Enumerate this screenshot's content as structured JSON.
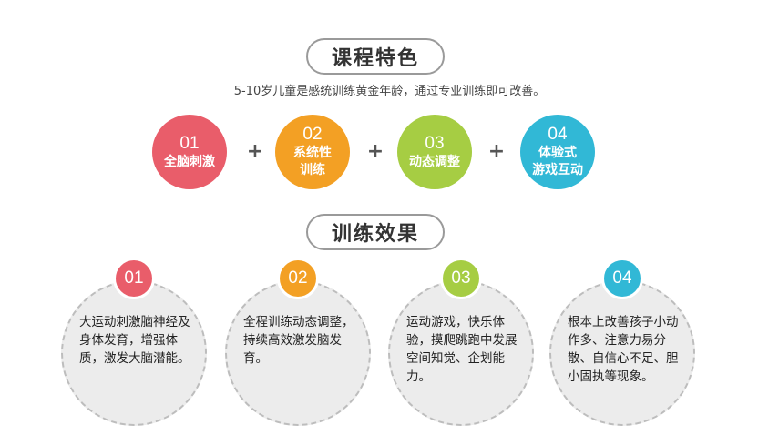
{
  "header1": {
    "title": "课程特色"
  },
  "subtitle": "5-10岁儿童是感统训练黄金年龄，通过专业训练即可改善。",
  "features": [
    {
      "num": "01",
      "line1": "全脑刺激",
      "line2": "",
      "color": "#e95d6a"
    },
    {
      "num": "02",
      "line1": "系统性",
      "line2": "训练",
      "color": "#f3a024"
    },
    {
      "num": "03",
      "line1": "动态调整",
      "line2": "",
      "color": "#a6cd43"
    },
    {
      "num": "04",
      "line1": "体验式",
      "line2": "游戏互动",
      "color": "#31b8d6"
    }
  ],
  "plus": "+",
  "header2": {
    "title": "训练效果"
  },
  "effects": [
    {
      "num": "01",
      "text": "大运动刺激脑神经及身体发育，增强体质，激发大脑潜能。",
      "color": "#e95d6a"
    },
    {
      "num": "02",
      "text": "全程训练动态调整，持续高效激发脑发育。",
      "color": "#f3a024"
    },
    {
      "num": "03",
      "text": "运动游戏，快乐体验，摸爬跳跑中发展空间知觉、企划能力。",
      "color": "#a6cd43"
    },
    {
      "num": "04",
      "text": "根本上改善孩子小动作多、注意力易分散、自信心不足、胆小固执等现象。",
      "color": "#31b8d6"
    }
  ]
}
